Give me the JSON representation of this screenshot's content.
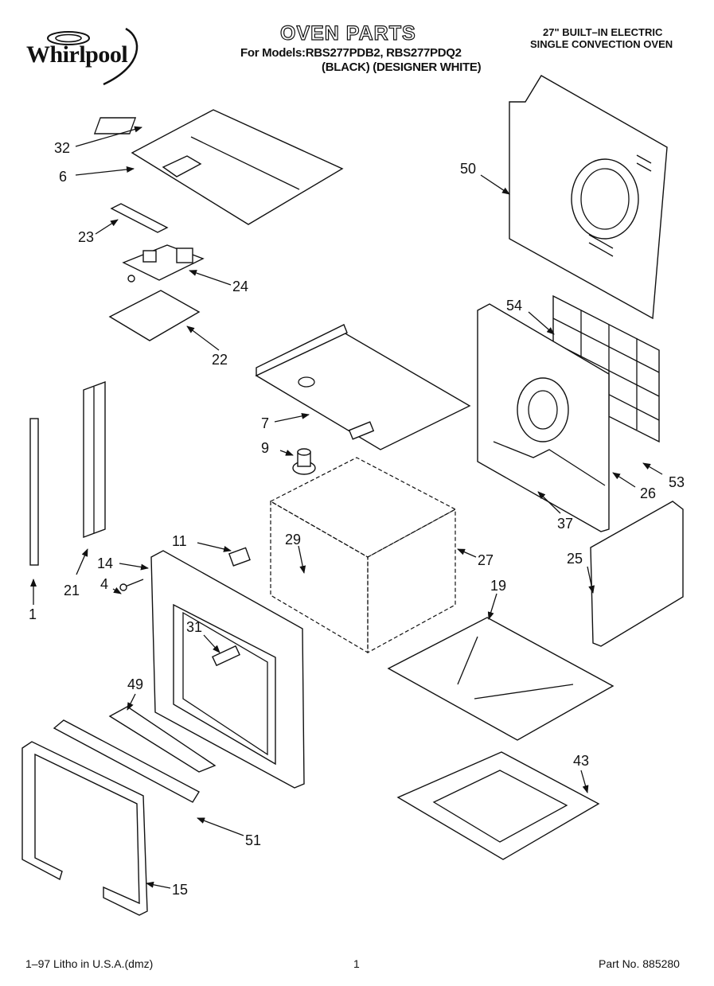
{
  "header": {
    "brand": "Whirlpool",
    "title": "OVEN PARTS",
    "models_line": "For Models:RBS277PDB2, RBS277PDQ2",
    "colors_line": "(BLACK)  (DESIGNER WHITE)",
    "spec_line1": "27\" BUILT–IN ELECTRIC",
    "spec_line2": "SINGLE CONVECTION OVEN"
  },
  "callouts": [
    "32",
    "6",
    "23",
    "24",
    "22",
    "50",
    "54",
    "7",
    "9",
    "53",
    "26",
    "37",
    "1",
    "21",
    "11",
    "29",
    "27",
    "14",
    "4",
    "25",
    "19",
    "31",
    "49",
    "43",
    "51",
    "15"
  ],
  "footer": {
    "litho": "1–97 Litho in U.S.A.(dmz)",
    "page": "1",
    "part_no": "Part No. 885280"
  },
  "icons": {
    "logo": "whirlpool-logo-icon"
  }
}
